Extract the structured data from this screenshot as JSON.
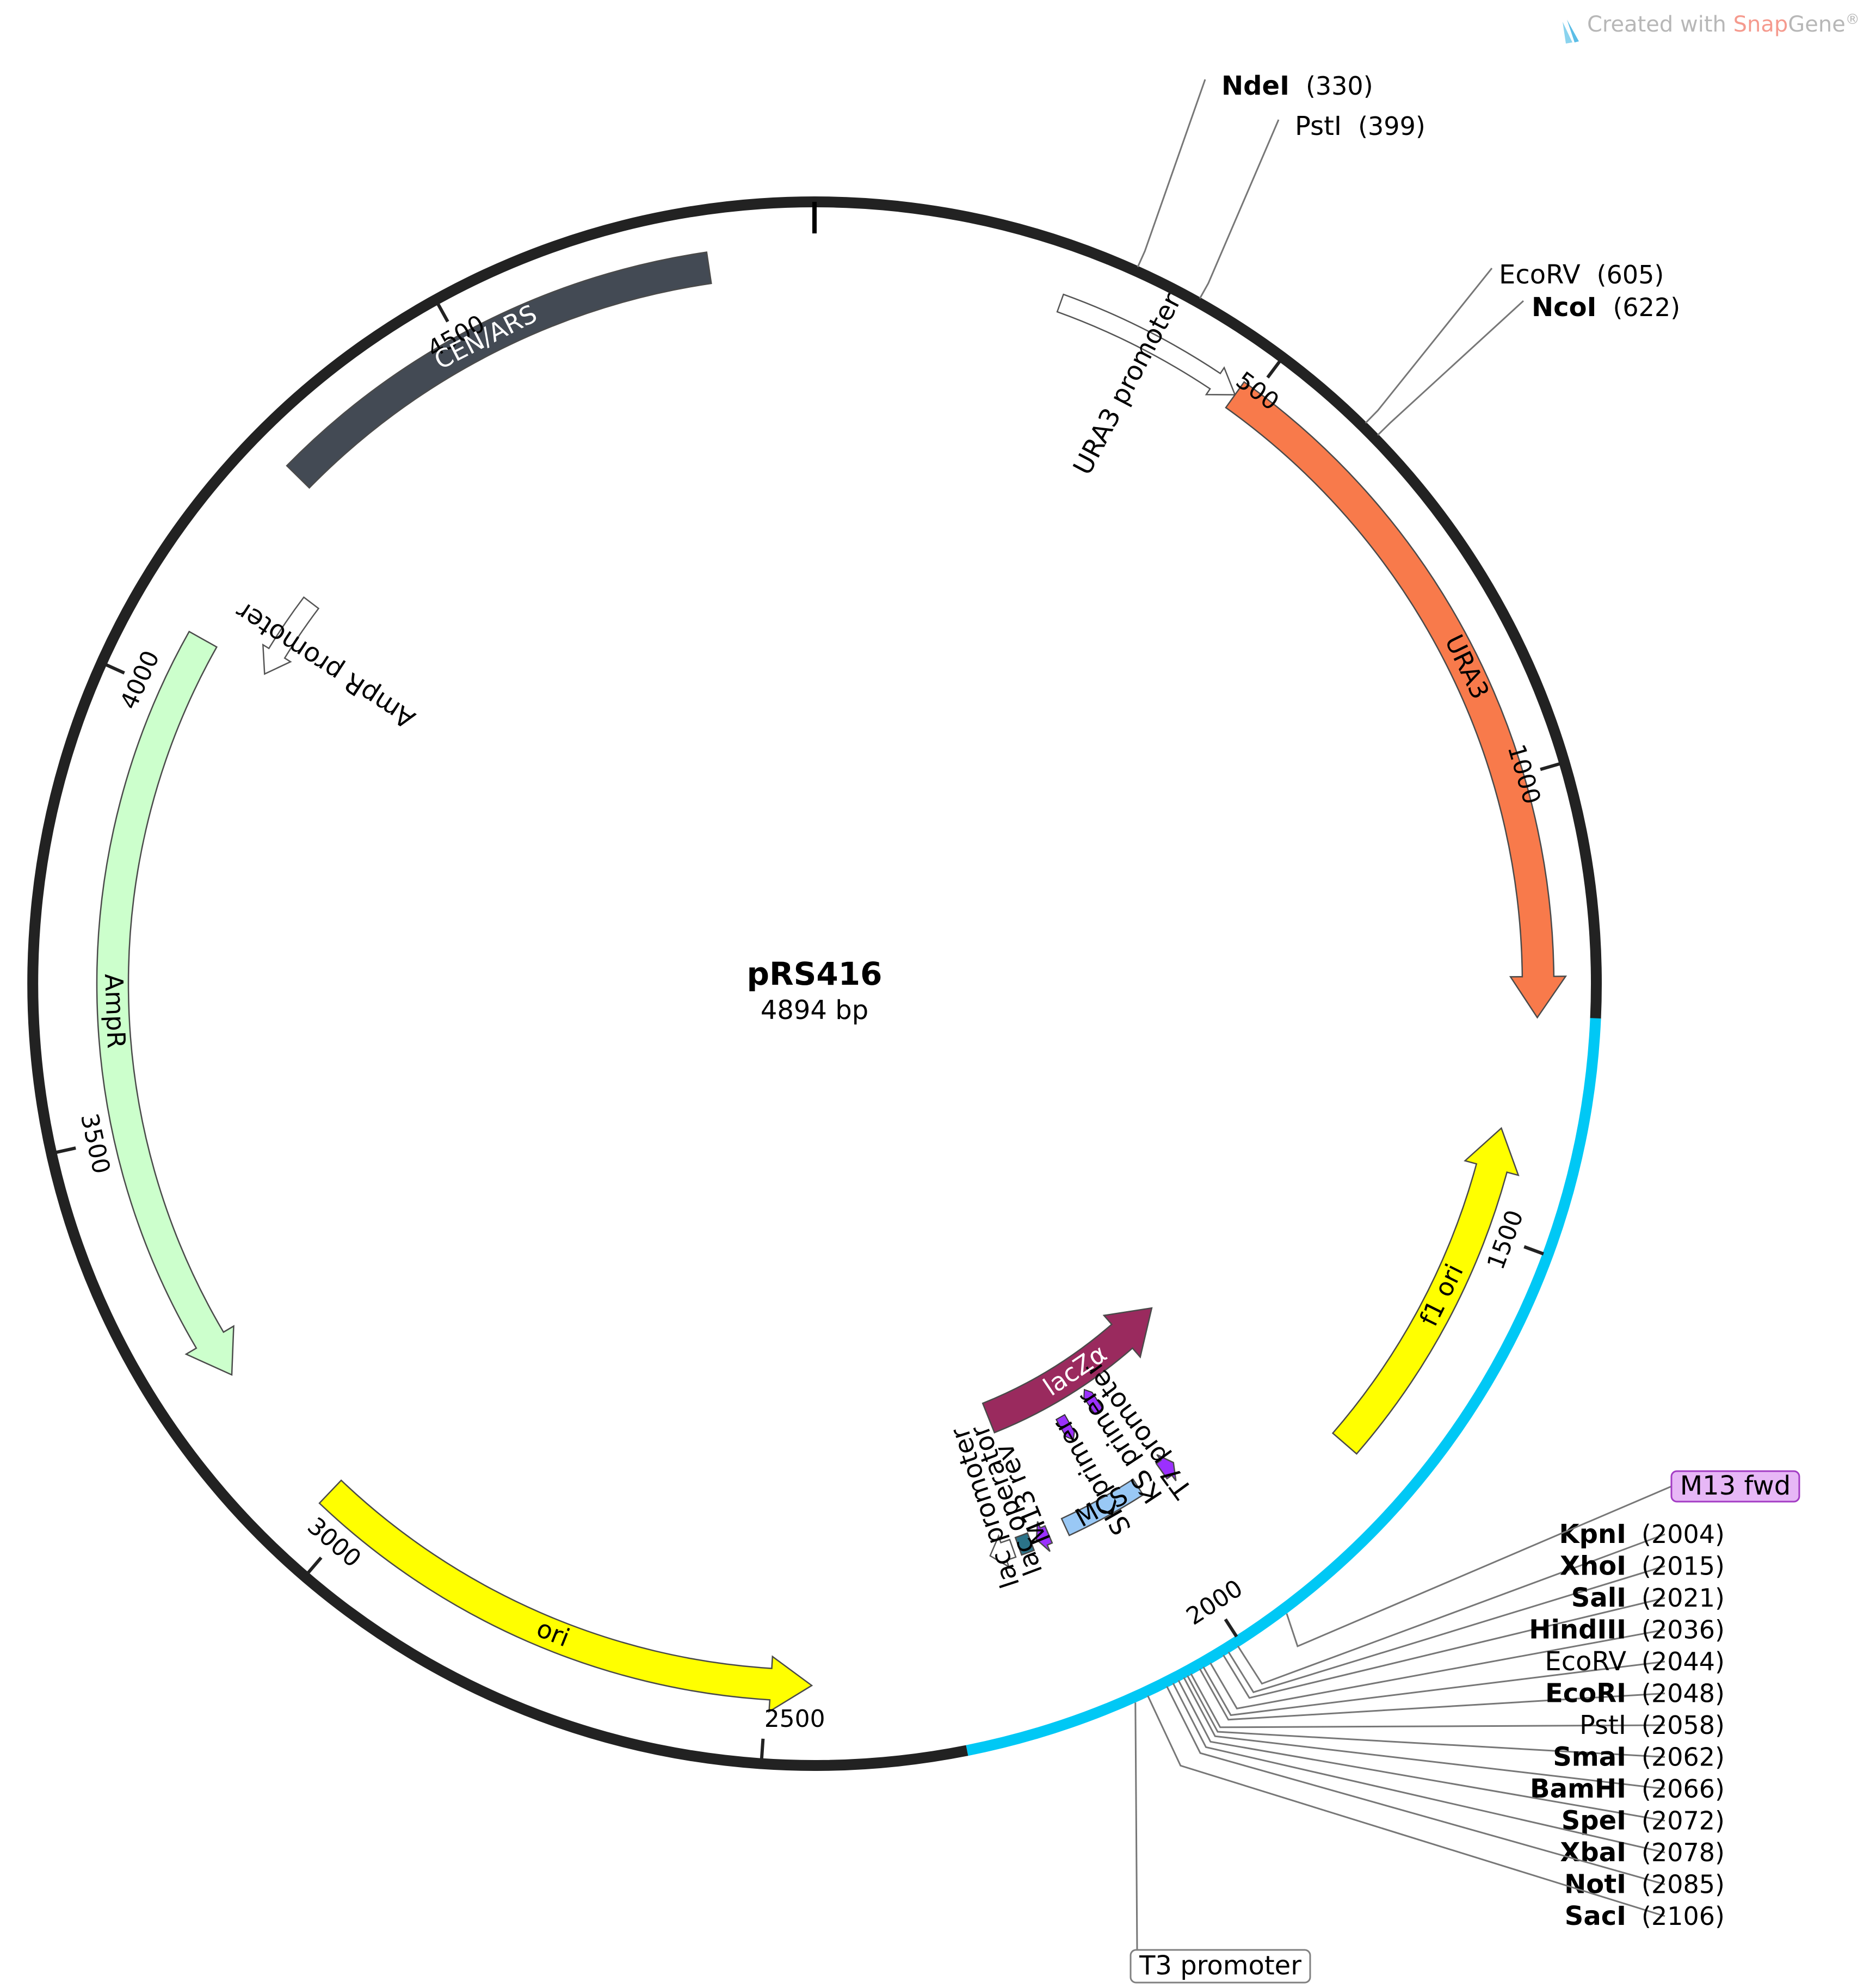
{
  "watermark": {
    "prefix": "Created with ",
    "brand_a": "Snap",
    "brand_b": "Gene",
    "mark": "®",
    "icon": "snapgene-logo-icon",
    "brand_a_color": "#f59a8e",
    "brand_b_color": "#b7b7b7"
  },
  "plasmid": {
    "name": "pRS416",
    "size_label": "4894 bp",
    "length": 4894
  },
  "backbone": {
    "color": "#222222",
    "highlight": {
      "start": 1258,
      "end": 2294,
      "color": "#00c8f5"
    }
  },
  "ticks": [
    500,
    1000,
    1500,
    2000,
    2500,
    3000,
    3500,
    4000,
    4500
  ],
  "features": [
    {
      "id": "ura3-promoter",
      "label": "URA3 promoter",
      "start": 270,
      "end": 483,
      "dir": 1,
      "color": "#ffffff",
      "track": 3,
      "label_mode": "outside"
    },
    {
      "id": "ura3",
      "label": "URA3",
      "start": 483,
      "end": 1260,
      "dir": 1,
      "color": "#f87a4b",
      "track": 1,
      "label_mode": "inside"
    },
    {
      "id": "f1-ori",
      "label": "f1 ori",
      "start": 1385,
      "end": 1780,
      "dir": -1,
      "color": "#ffff00",
      "track": 2,
      "label_mode": "inside"
    },
    {
      "id": "t7-promoter",
      "label": "T7 promoter",
      "start": 1946,
      "end": 1965,
      "dir": -1,
      "color": "#9b30ff",
      "track": 5,
      "label_mode": "outside"
    },
    {
      "id": "mcs",
      "label": "MCS",
      "start": 2002,
      "end": 2110,
      "dir": 0,
      "color": "#99c8f5",
      "track": 5,
      "label_mode": "inside"
    },
    {
      "id": "m13-rev",
      "label": "M13 rev",
      "start": 2134,
      "end": 2151,
      "dir": 1,
      "color": "#9b30ff",
      "track": 5,
      "label_mode": "outside"
    },
    {
      "id": "lac-operator",
      "label": "lac operator",
      "start": 2159,
      "end": 2176,
      "dir": 0,
      "color": "#2b7389",
      "track": 5,
      "label_mode": "outside"
    },
    {
      "id": "lac-promoter",
      "label": "lac promoter",
      "start": 2184,
      "end": 2215,
      "dir": 1,
      "color": "#ffffff",
      "track": 5,
      "label_mode": "outside"
    },
    {
      "id": "lacz-alpha",
      "label": "lacZα",
      "start": 1820,
      "end": 2150,
      "dir": -1,
      "color": "#9a2a5e",
      "track": 9,
      "label_mode": "inside"
    },
    {
      "id": "ori",
      "label": "ori",
      "start": 2450,
      "end": 3040,
      "dir": -1,
      "color": "#ffff00",
      "track": 2,
      "label_mode": "inside"
    },
    {
      "id": "ampr",
      "label": "AmpR",
      "start": 3210,
      "end": 4070,
      "dir": -1,
      "color": "#ccffcc",
      "track": 2,
      "label_mode": "inside"
    },
    {
      "id": "ampr-promoter",
      "label": "AmpR promoter",
      "start": 4070,
      "end": 4175,
      "dir": -1,
      "color": "#ffffff",
      "track": 4,
      "label_mode": "outside"
    },
    {
      "id": "cen-ars",
      "label": "CEN/ARS",
      "start": 4275,
      "end": 4780,
      "dir": 0,
      "color": "#434a54",
      "track": 1,
      "label_mode": "inside"
    }
  ],
  "primers": [
    {
      "id": "sk-primer",
      "label": "SK primer",
      "pos": 2045,
      "dir": -1,
      "color": "#9b30ff"
    },
    {
      "id": "ks-primer",
      "label": "KS primer",
      "pos": 1990,
      "dir": 1,
      "color": "#9b30ff"
    }
  ],
  "boxed_labels": [
    {
      "id": "m13-fwd",
      "label": "M13 fwd",
      "fill": "#e7b7f6",
      "stroke": "#a33cc4"
    },
    {
      "id": "t3-promoter",
      "label": "T3 promoter",
      "fill": "#ffffff",
      "stroke": "#808080"
    }
  ],
  "top_sites": [
    {
      "name": "NdeI",
      "pos": "330",
      "bold": true
    },
    {
      "name": "PstI",
      "pos": "399",
      "bold": false
    },
    {
      "name": "EcoRV",
      "pos": "605",
      "bold": false
    },
    {
      "name": "NcoI",
      "pos": "622",
      "bold": true
    }
  ],
  "mcs_sites": [
    {
      "name": "KpnI",
      "pos": "2004",
      "bold": true
    },
    {
      "name": "XhoI",
      "pos": "2015",
      "bold": true
    },
    {
      "name": "SalI",
      "pos": "2021",
      "bold": true
    },
    {
      "name": "HindIII",
      "pos": "2036",
      "bold": true
    },
    {
      "name": "EcoRV",
      "pos": "2044",
      "bold": false
    },
    {
      "name": "EcoRI",
      "pos": "2048",
      "bold": true
    },
    {
      "name": "PstI",
      "pos": "2058",
      "bold": false
    },
    {
      "name": "SmaI",
      "pos": "2062",
      "bold": true
    },
    {
      "name": "BamHI",
      "pos": "2066",
      "bold": true
    },
    {
      "name": "SpeI",
      "pos": "2072",
      "bold": true
    },
    {
      "name": "XbaI",
      "pos": "2078",
      "bold": true
    },
    {
      "name": "NotI",
      "pos": "2085",
      "bold": true
    },
    {
      "name": "SacI",
      "pos": "2106",
      "bold": true
    }
  ]
}
